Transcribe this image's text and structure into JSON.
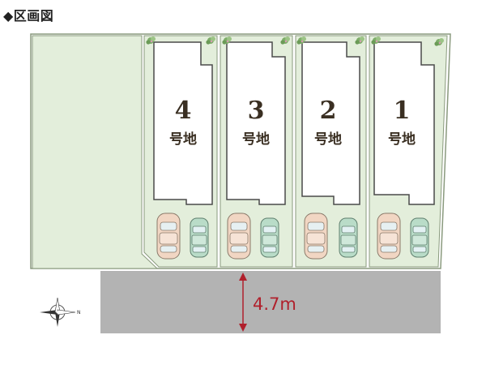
{
  "title": "◆区画図",
  "lots": [
    {
      "number": "4",
      "label": "号地"
    },
    {
      "number": "3",
      "label": "号地"
    },
    {
      "number": "2",
      "label": "号地"
    },
    {
      "number": "1",
      "label": "号地"
    }
  ],
  "road": {
    "width_label": "4.7m"
  },
  "compass": {
    "north_label": "N"
  },
  "colors": {
    "lot_fill": "#e3eedb",
    "lot_border": "#8a9a7e",
    "road": "#b3b3b3",
    "dimension": "#b0202c",
    "car_beige": "#f1d6c3",
    "car_green": "#b9dcc8"
  }
}
